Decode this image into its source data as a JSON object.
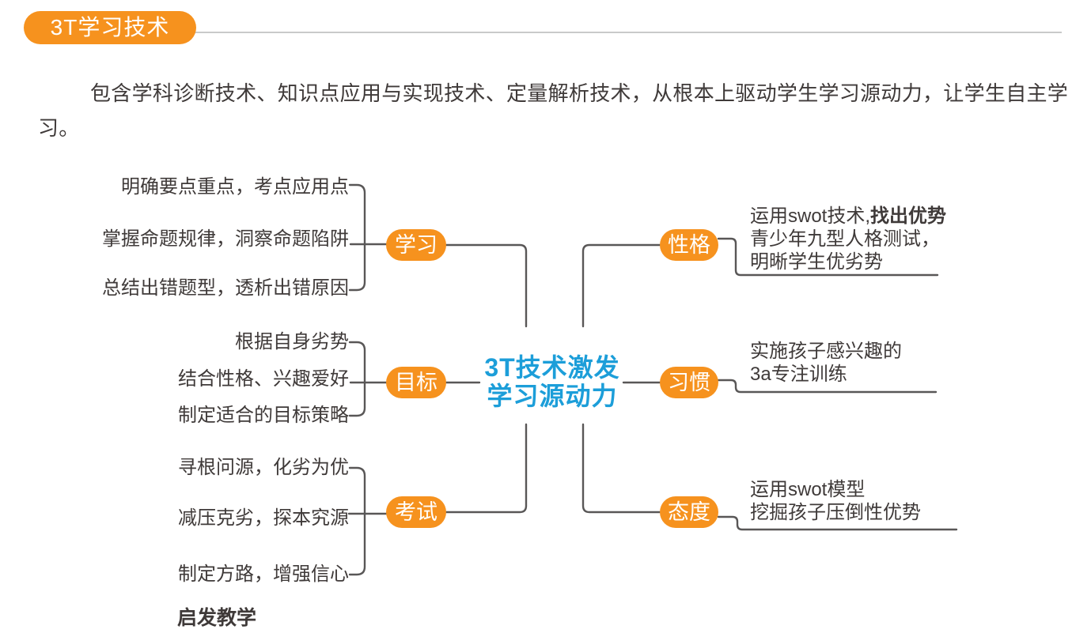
{
  "header": {
    "badge": "3T学习技术"
  },
  "intro": {
    "lines": [
      "包含学科诊断技术、知识点应用与实现技术、定量解析技术，从根本上驱动学生学习源动力，让学生自主学",
      "习。"
    ]
  },
  "mindmap": {
    "center": {
      "line1": "3T技术激发",
      "line2": "学习源动力"
    },
    "left_branches": [
      {
        "label": "学习",
        "items": [
          "明确要点重点，考点应用点",
          "掌握命题规律，洞察命题陷阱",
          "总结出错题型，透析出错原因"
        ]
      },
      {
        "label": "目标",
        "items": [
          "根据自身劣势",
          "结合性格、兴趣爱好",
          "制定适合的目标策略"
        ]
      },
      {
        "label": "考试",
        "items": [
          "寻根问源，化劣为优",
          "减压克劣，探本究源",
          "制定方路，增强信心"
        ]
      }
    ],
    "right_branches": [
      {
        "label": "性格",
        "line1_normal": "运用swot技术,",
        "line1_bold": "找出优势",
        "lines": [
          "青少年九型人格测试，",
          "明晰学生优劣势"
        ]
      },
      {
        "label": "习惯",
        "lines": [
          "实施孩子感兴趣的",
          "3a专注训练"
        ]
      },
      {
        "label": "态度",
        "lines": [
          "运用swot模型",
          "挖掘孩子压倒性优势"
        ]
      }
    ],
    "footnote": "启发教学"
  },
  "colors": {
    "accent_orange": "#f6921e",
    "accent_blue": "#1c9ed9",
    "text": "#3f3a39",
    "connector": "#595757",
    "header_rule": "#c9caca"
  }
}
